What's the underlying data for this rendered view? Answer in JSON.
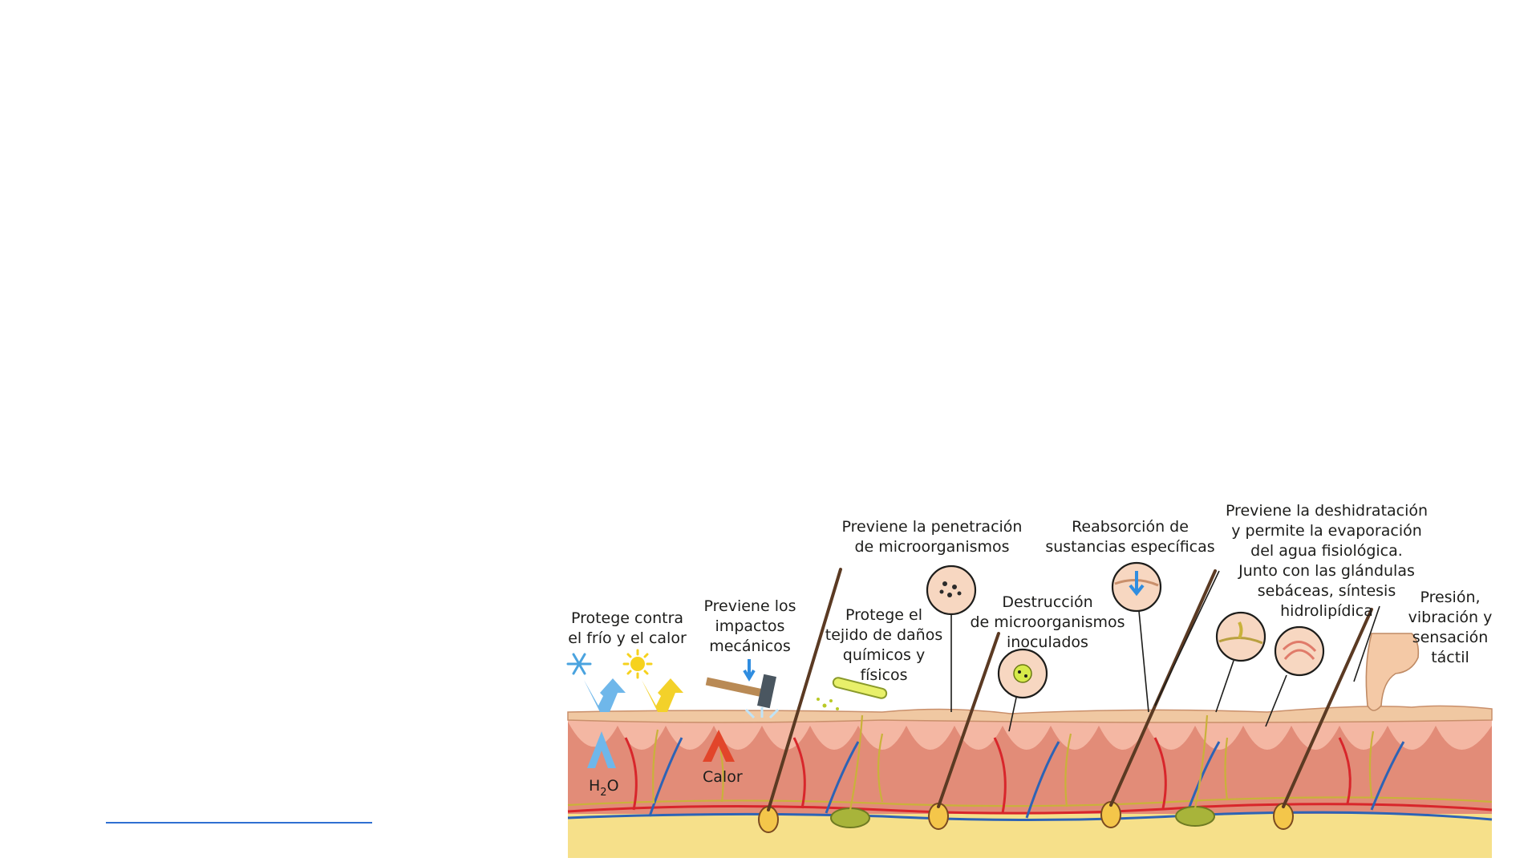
{
  "page": {
    "accent_color": "#2f6fd1"
  },
  "diagram": {
    "colors": {
      "epidermis": "#f0c8a2",
      "dermis": "#e28c78",
      "dermis_light": "#f4b7a3",
      "hypodermis": "#f6e08a",
      "artery": "#d8262b",
      "vein": "#2d63b5",
      "nerve": "#c9b23a",
      "hair": "#5b3a23"
    },
    "labels": {
      "cold_heat": [
        "Protege contra",
        "el frío y el calor"
      ],
      "impacts": [
        "Previene los",
        "impactos",
        "mecánicos"
      ],
      "chemical": [
        "Protege el",
        "tejido de daños",
        "químicos y",
        "físicos"
      ],
      "penetration": [
        "Previene la penetración",
        "de microorganismos"
      ],
      "destruction": [
        "Destrucción",
        "de microorganismos",
        "inoculados"
      ],
      "reabsorption": [
        "Reabsorción de",
        "sustancias específicas"
      ],
      "dehydration": [
        "Previene la deshidratación",
        "y permite la evaporación",
        "del agua fisiológica.",
        "Junto con las glándulas",
        "sebáceas, síntesis",
        "hidrolipídica"
      ],
      "touch": [
        "Presión,",
        "vibración y",
        "sensación",
        "táctil"
      ]
    },
    "inline_labels": {
      "water": "H",
      "water_sub": "2",
      "water_end": "O",
      "heat": "Calor"
    },
    "icons": {
      "snowflake": "snowflake-icon",
      "sun": "sun-icon",
      "hammer": "hammer-icon",
      "test_tube": "test-tube-icon",
      "finger": "pointing-finger-icon"
    }
  }
}
